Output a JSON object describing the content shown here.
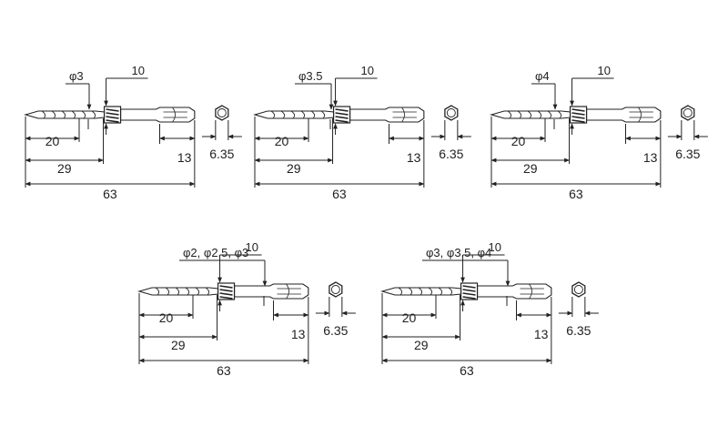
{
  "diagram": {
    "ink": "#222222",
    "panels": [
      {
        "diameter_label": "φ3",
        "collar_label": "10",
        "tip_label": "20",
        "flute_label": "29",
        "total_label": "63",
        "hex_label": "13",
        "hex_width_label": "6.35"
      },
      {
        "diameter_label": "φ3.5",
        "collar_label": "10",
        "tip_label": "20",
        "flute_label": "29",
        "total_label": "63",
        "hex_label": "13",
        "hex_width_label": "6.35"
      },
      {
        "diameter_label": "φ4",
        "collar_label": "10",
        "tip_label": "20",
        "flute_label": "29",
        "total_label": "63",
        "hex_label": "13",
        "hex_width_label": "6.35"
      },
      {
        "diameter_label": "φ2, φ2.5, φ3",
        "collar_label": "10",
        "tip_label": "20",
        "flute_label": "29",
        "total_label": "63",
        "hex_label": "13",
        "hex_width_label": "6.35"
      },
      {
        "diameter_label": "φ3, φ3.5, φ4",
        "collar_label": "10",
        "tip_label": "20",
        "flute_label": "29",
        "total_label": "63",
        "hex_label": "13",
        "hex_width_label": "6.35"
      }
    ]
  }
}
